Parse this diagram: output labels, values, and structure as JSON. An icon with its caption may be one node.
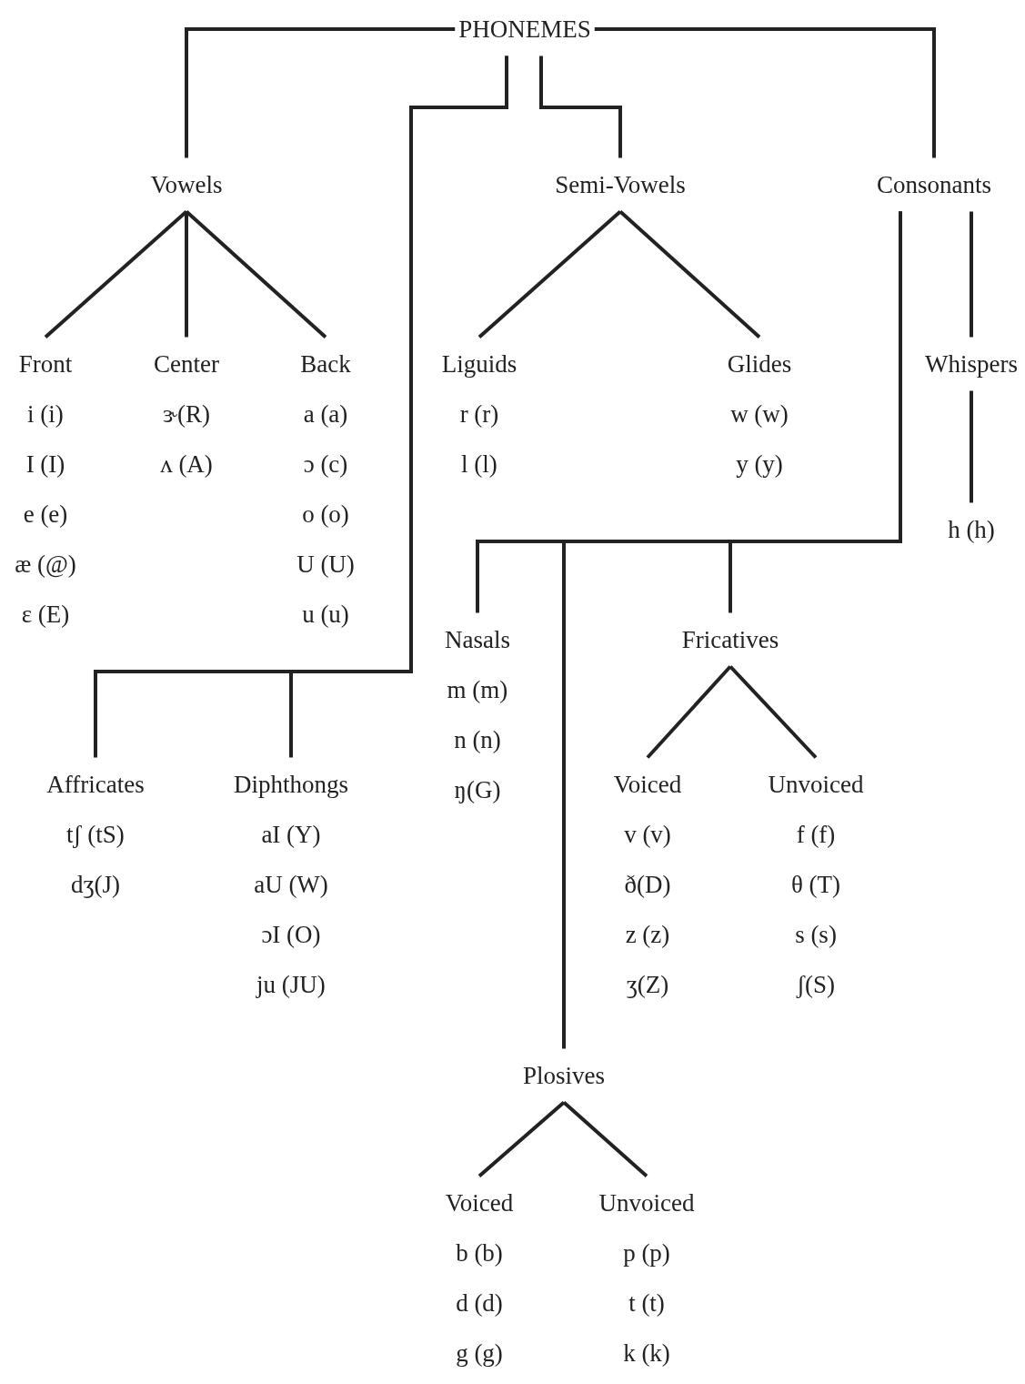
{
  "diagram": {
    "nodes": [
      {
        "text": [
          "PHONEMES"
        ]
      },
      {
        "text": [
          "Vowels"
        ]
      },
      {
        "text": [
          "Semi-Vowels"
        ]
      },
      {
        "text": [
          "Consonants"
        ]
      },
      {
        "text": [
          "Front",
          "i (i)",
          "I (I)",
          "e (e)",
          "æ (@)",
          "ɛ (E)"
        ]
      },
      {
        "text": [
          "Center",
          "ɝ(R)",
          "ʌ (A)"
        ]
      },
      {
        "text": [
          "Back",
          "a (a)",
          "ɔ (c)",
          "o (o)",
          "U (U)",
          "u (u)"
        ]
      },
      {
        "text": [
          "Liguids",
          "r (r)",
          "l (l)"
        ]
      },
      {
        "text": [
          "Glides",
          "w (w)",
          "y (y)"
        ]
      },
      {
        "text": [
          "Whispers"
        ]
      },
      {
        "text": [
          "h (h)"
        ]
      },
      {
        "text": [
          "Affricates",
          "tʃ (tS)",
          "dʒ(J)"
        ]
      },
      {
        "text": [
          "Diphthongs",
          "aI (Y)",
          "aU (W)",
          "ɔI (O)",
          "ju (JU)"
        ]
      },
      {
        "text": [
          "Nasals",
          "m (m)",
          "n (n)",
          "ŋ(G)"
        ]
      },
      {
        "text": [
          "Fricatives"
        ]
      },
      {
        "text": [
          "Voiced",
          "v (v)",
          "ð(D)",
          "z (z)",
          "ʒ(Z)"
        ]
      },
      {
        "text": [
          "Unvoiced",
          "f (f)",
          "θ (T)",
          "s (s)",
          "ʃ(S)"
        ]
      },
      {
        "text": [
          "Plosives"
        ]
      },
      {
        "text": [
          "Voiced",
          "b (b)",
          "d (d)",
          "g (g)"
        ]
      },
      {
        "text": [
          "Unvoiced",
          "p (p)",
          "t (t)",
          "k (k)"
        ]
      }
    ],
    "edges": [
      {
        "from": 0,
        "to": 1,
        "arrow": "none"
      },
      {
        "from": 0,
        "to": 11,
        "arrow": "none"
      },
      {
        "from": 0,
        "to": 12,
        "arrow": "none"
      },
      {
        "from": 0,
        "to": 2,
        "arrow": "none"
      },
      {
        "from": 0,
        "to": 3,
        "arrow": "none"
      },
      {
        "from": 1,
        "to": 4,
        "arrow": "none"
      },
      {
        "from": 1,
        "to": 5,
        "arrow": "none"
      },
      {
        "from": 1,
        "to": 6,
        "arrow": "none"
      },
      {
        "from": 2,
        "to": 7,
        "arrow": "none"
      },
      {
        "from": 2,
        "to": 8,
        "arrow": "none"
      },
      {
        "from": 3,
        "to": 13,
        "arrow": "none"
      },
      {
        "from": 3,
        "to": 17,
        "arrow": "none"
      },
      {
        "from": 3,
        "to": 14,
        "arrow": "none"
      },
      {
        "from": 3,
        "to": 9,
        "arrow": "none"
      },
      {
        "from": 9,
        "to": 10,
        "arrow": "none"
      },
      {
        "from": 14,
        "to": 15,
        "arrow": "none"
      },
      {
        "from": 14,
        "to": 16,
        "arrow": "none"
      },
      {
        "from": 17,
        "to": 18,
        "arrow": "none"
      },
      {
        "from": 17,
        "to": 19,
        "arrow": "none"
      }
    ]
  }
}
